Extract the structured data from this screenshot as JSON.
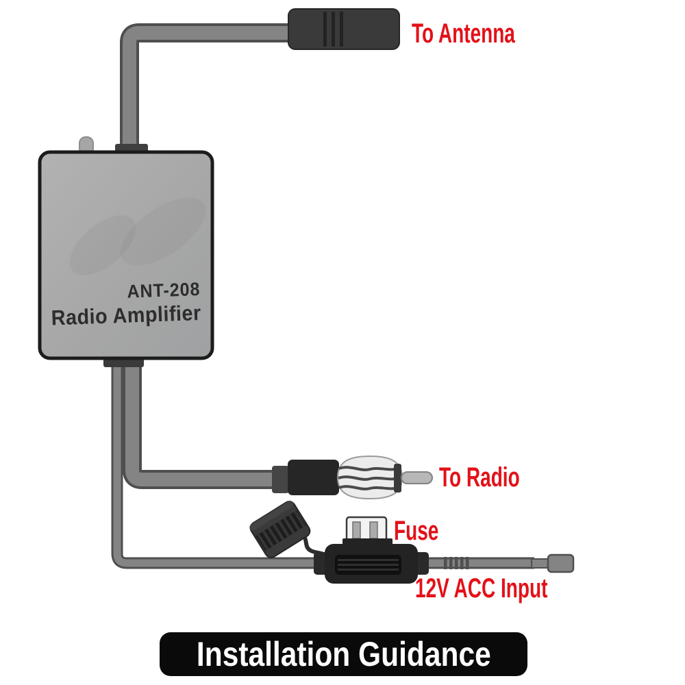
{
  "diagram": {
    "device": {
      "model": "ANT-208",
      "name": "Radio Amplifier"
    },
    "labels": {
      "antenna": "To Antenna",
      "radio": "To Radio",
      "fuse": "Fuse",
      "power": "12V ACC Input"
    },
    "banner": {
      "title": "Installation Guidance"
    },
    "components": [
      "antenna-connector",
      "amplifier-box",
      "radio-din-plug",
      "fuse-holder",
      "blade-fuse",
      "fuse-cap",
      "power-cable-terminal"
    ],
    "colors": {
      "label_red": "#e31119",
      "cable_core": "#848484",
      "cable_edge": "#4f4f4f",
      "connector_black": "#262626",
      "connector_mid": "#3a3a3a",
      "box_fill": "#a8a8a8",
      "box_border": "#1c1c1c",
      "banner_bg": "#0a0a0a",
      "banner_text": "#ffffff",
      "device_text": "#2d2d2d",
      "fuse_body": "#f3f3f3",
      "spring_silver": "#ececec",
      "pin_gray": "#b7b7b7"
    }
  }
}
